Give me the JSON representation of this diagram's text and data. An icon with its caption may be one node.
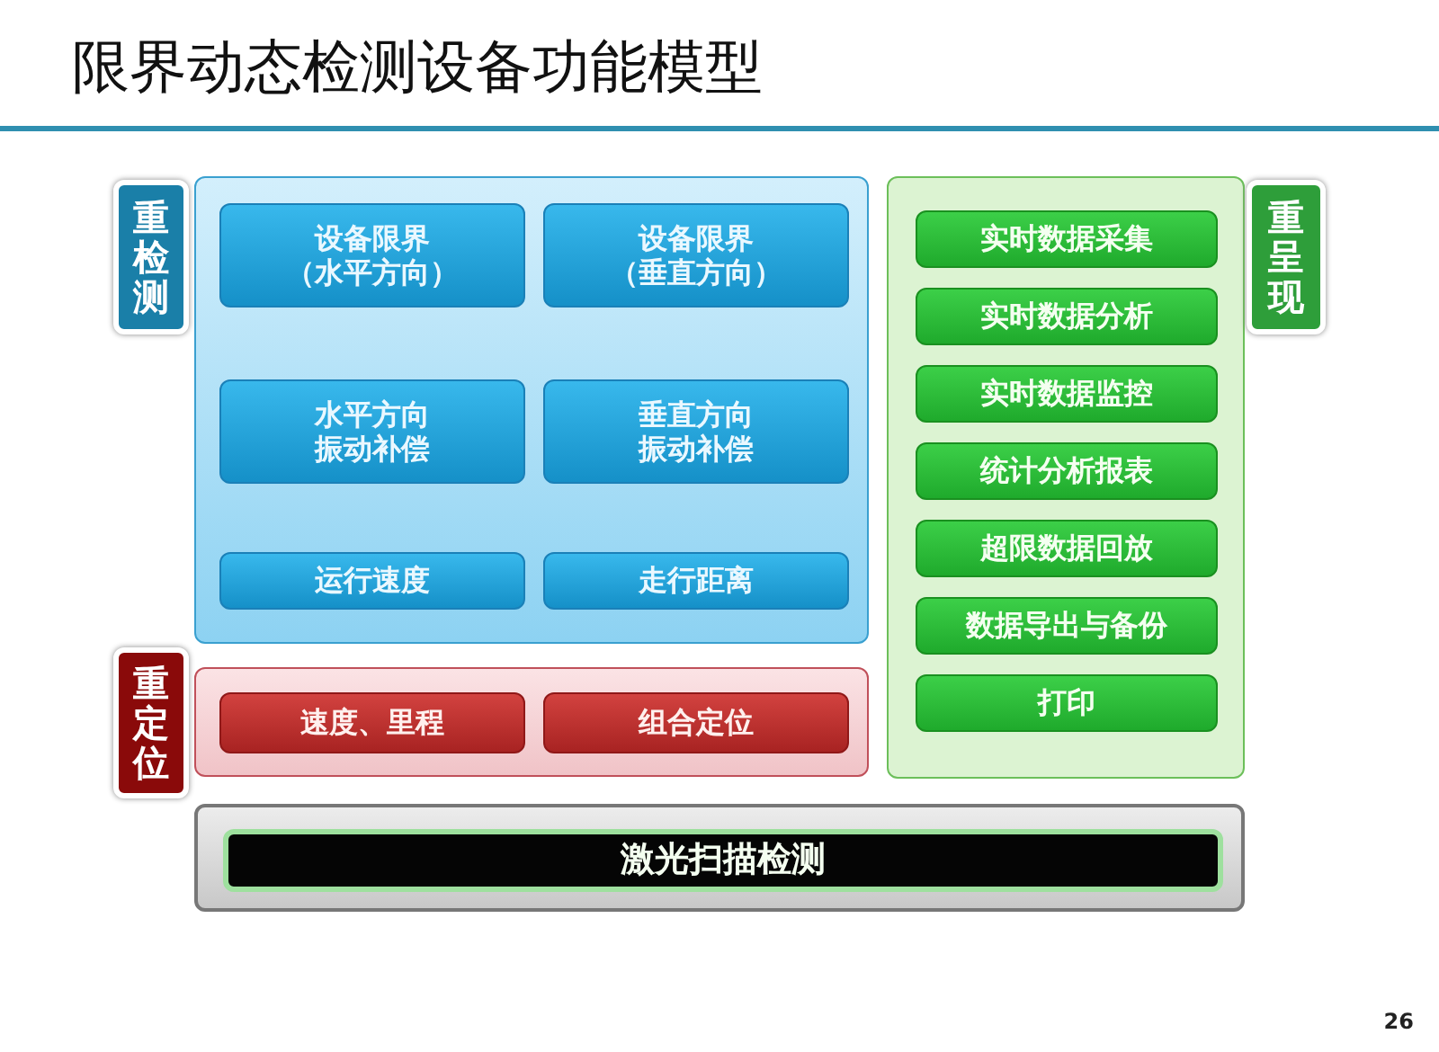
{
  "diagram": {
    "title": "限界动态检测设备功能模型",
    "nodes": [
      {
        "text": [
          "重检测"
        ]
      },
      {
        "text": [],
        "shape": "box"
      },
      {
        "text": [
          "设备限界（水平方向）"
        ],
        "in": 1
      },
      {
        "text": [
          "设备限界（垂直方向）"
        ],
        "in": 1
      },
      {
        "text": [
          "水平方向振动补偿"
        ],
        "in": 1
      },
      {
        "text": [
          "垂直方向振动补偿"
        ],
        "in": 1
      },
      {
        "text": [
          "运行速度"
        ],
        "in": 1
      },
      {
        "text": [
          "走行距离"
        ],
        "in": 1
      },
      {
        "text": [],
        "shape": "box"
      },
      {
        "text": [
          "实时数据采集"
        ],
        "in": 8
      },
      {
        "text": [
          "实时数据分析"
        ],
        "in": 8
      },
      {
        "text": [
          "实时数据监控"
        ],
        "in": 8
      },
      {
        "text": [
          "统计分析报表"
        ],
        "in": 8
      },
      {
        "text": [
          "超限数据回放"
        ],
        "in": 8
      },
      {
        "text": [
          "数据导出与备份"
        ],
        "in": 8
      },
      {
        "text": [
          "打印"
        ],
        "in": 8
      },
      {
        "text": [
          "重呈现"
        ]
      },
      {
        "text": [
          "重定位"
        ]
      },
      {
        "text": [],
        "shape": "box"
      },
      {
        "text": [
          "速度、里程"
        ],
        "in": 18
      },
      {
        "text": [
          "组合定位"
        ],
        "in": 18
      },
      {
        "text": [],
        "shape": "box"
      },
      {
        "text": [
          "激光扫描检测"
        ],
        "in": 21
      }
    ],
    "labels": [
      "26"
    ]
  }
}
